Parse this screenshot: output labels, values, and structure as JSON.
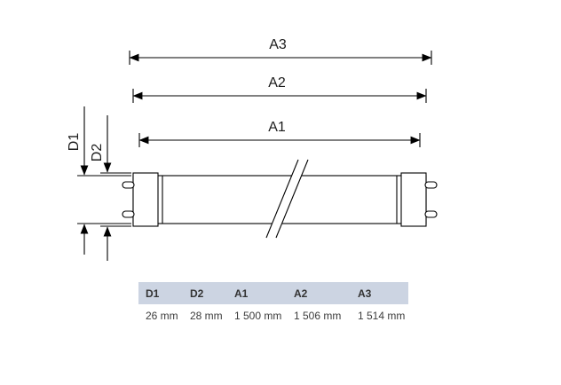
{
  "diagram": {
    "labels": {
      "a1": "A1",
      "a2": "A2",
      "a3": "A3",
      "d1": "D1",
      "d2": "D2"
    }
  },
  "table": {
    "headers": [
      "D1",
      "D2",
      "A1",
      "A2",
      "A3"
    ],
    "values": [
      "26 mm",
      "28 mm",
      "1 500 mm",
      "1 506 mm",
      "1 514 mm"
    ]
  },
  "colors": {
    "table_header_bg": "#ccd4e2",
    "line": "#000000",
    "text": "#1c1c1c"
  }
}
